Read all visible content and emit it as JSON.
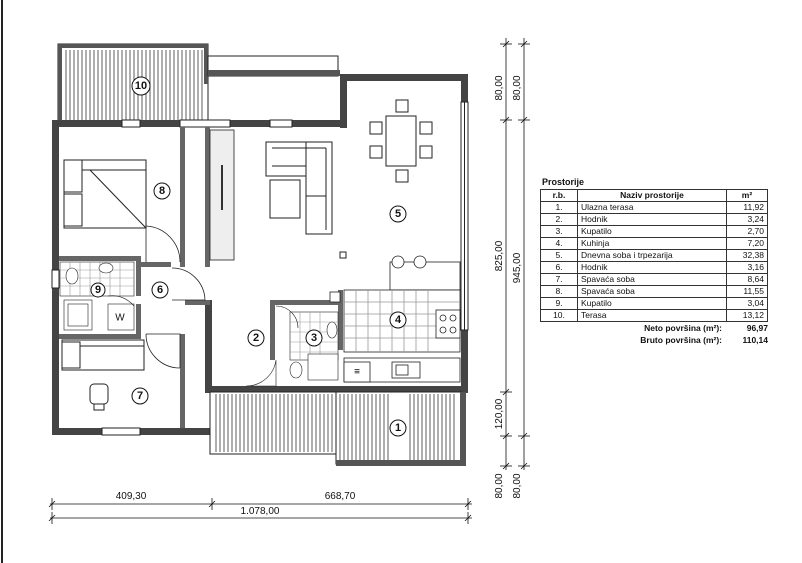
{
  "table": {
    "title": "Prostorije",
    "headers": {
      "rb": "r.b.",
      "name": "Naziv prostorije",
      "area": "m²"
    },
    "rows": [
      {
        "rb": "1.",
        "name": "Ulazna terasa",
        "area": "11,92"
      },
      {
        "rb": "2.",
        "name": "Hodnik",
        "area": "3,24"
      },
      {
        "rb": "3.",
        "name": "Kupatilo",
        "area": "2,70"
      },
      {
        "rb": "4.",
        "name": "Kuhinja",
        "area": "7,20"
      },
      {
        "rb": "5.",
        "name": "Dnevna soba i trpezarija",
        "area": "32,38"
      },
      {
        "rb": "6.",
        "name": "Hodnik",
        "area": "3,16"
      },
      {
        "rb": "7.",
        "name": "Spavaća soba",
        "area": "8,64"
      },
      {
        "rb": "8.",
        "name": "Spavaća soba",
        "area": "11,55"
      },
      {
        "rb": "9.",
        "name": "Kupatilo",
        "area": "3,04"
      },
      {
        "rb": "10.",
        "name": "Terasa",
        "area": "13,12"
      }
    ],
    "neto_label": "Neto površina (m²):",
    "neto_value": "96,97",
    "bruto_label": "Bruto površina (m²):",
    "bruto_value": "110,14"
  },
  "dimensions": {
    "bottom_left": "409,30",
    "bottom_right": "668,70",
    "bottom_total": "1.078,00",
    "right_top_a": "80,00",
    "right_top_b": "80,00",
    "right_mid": "825,00",
    "right_total": "945,00",
    "right_low": "120,00",
    "right_bot_a": "80,00",
    "right_bot_b": "80,00"
  },
  "rooms": {
    "r1": "1",
    "r2": "2",
    "r3": "3",
    "r4": "4",
    "r5": "5",
    "r6": "6",
    "r7": "7",
    "r8": "8",
    "r9": "9",
    "r10": "10"
  },
  "misc": {
    "wm_label": "W",
    "fridge_label": "≡"
  }
}
